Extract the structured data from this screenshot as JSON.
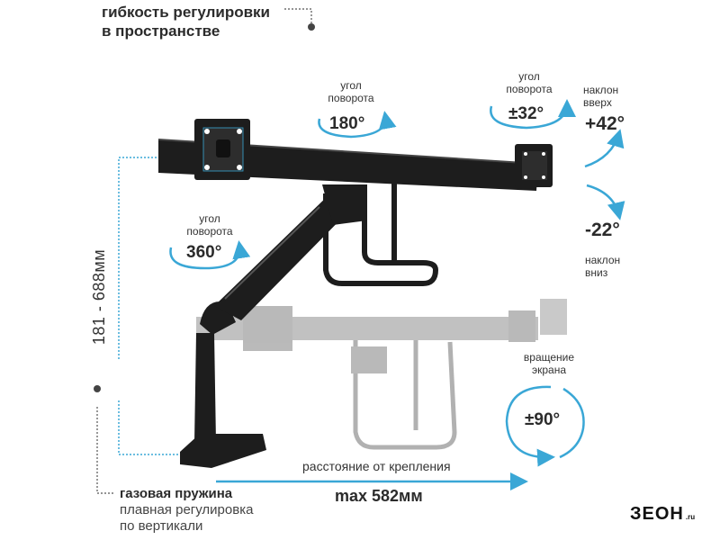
{
  "header": {
    "line1": "гибкость регулировки",
    "line2": "в пространстве"
  },
  "labels": {
    "rot_top": {
      "l1": "угол",
      "l2": "поворота",
      "value": "180°"
    },
    "rot_left": {
      "l1": "угол",
      "l2": "поворота",
      "value": "360°"
    },
    "rot_right": {
      "l1": "угол",
      "l2": "поворота",
      "value": "±32°"
    },
    "tilt_up": {
      "l1": "наклон",
      "l2": "вверх",
      "value": "+42°"
    },
    "tilt_down": {
      "value": "-22°",
      "l1": "наклон",
      "l2": "вниз"
    },
    "screen_rot": {
      "l1": "вращение",
      "l2": "экрана",
      "value": "±90°"
    },
    "height": "181 - 688мм",
    "distance": "расстояние от крепления",
    "distance_max": "max 582мм",
    "spring": {
      "l1": "газовая пружина",
      "l2": "плавная регулировка",
      "l3": "по вертикали"
    }
  },
  "brand": {
    "main": "ЗЕОН",
    "suffix": ".ru"
  },
  "colors": {
    "accent": "#3aa7d6",
    "dark": "#1d1d1d",
    "ghost": "#b9b9b9"
  }
}
